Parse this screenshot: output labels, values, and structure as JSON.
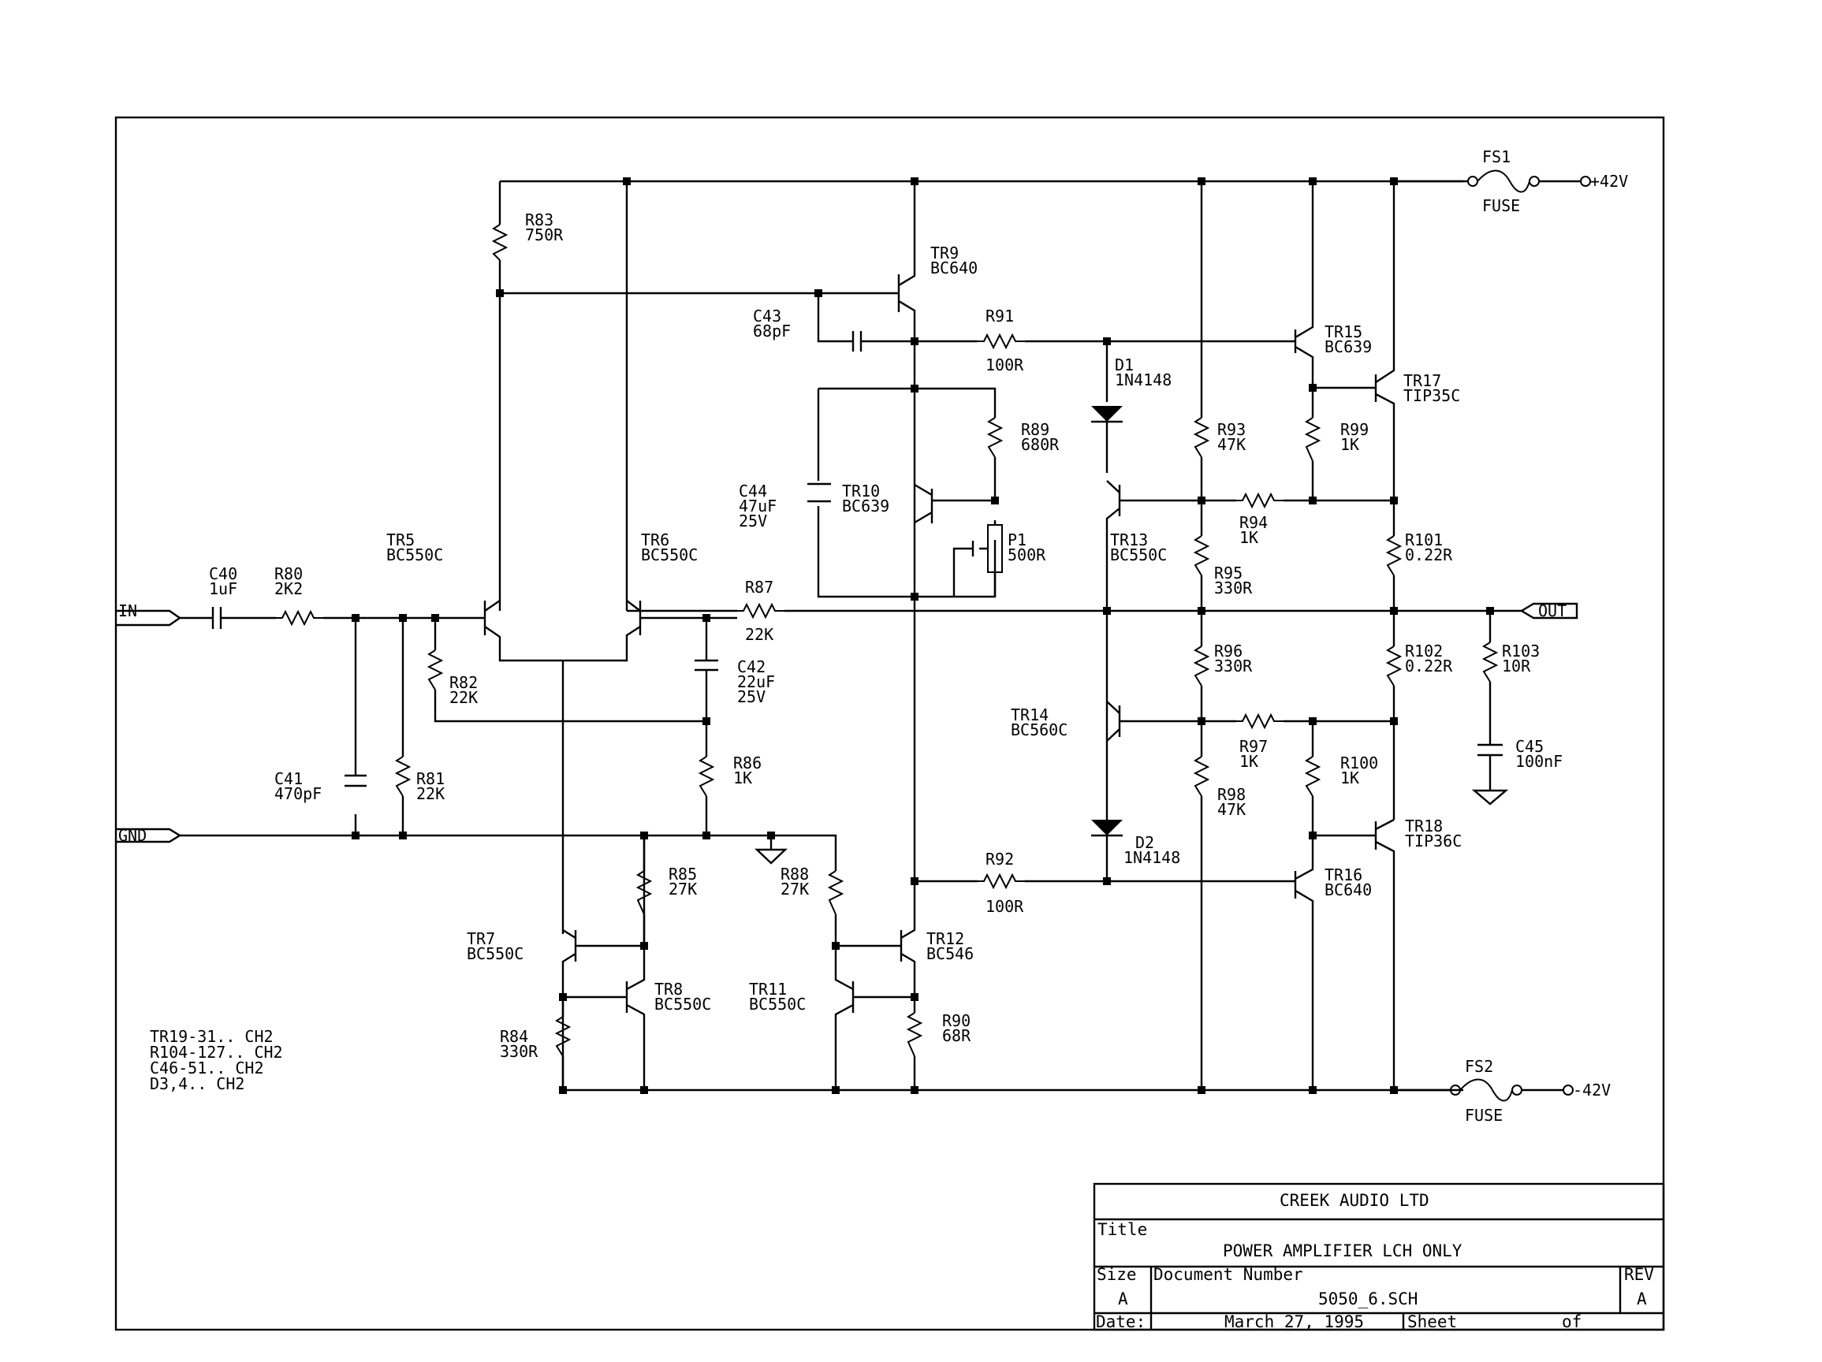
{
  "title_block": {
    "company": "CREEK AUDIO LTD",
    "title_label": "Title",
    "title": "POWER AMPLIFIER LCH ONLY",
    "size_label": "Size",
    "size": "A",
    "docnum_label": "Document Number",
    "docnum": "5050_6.SCH",
    "rev_label": "REV",
    "rev": "A",
    "date_label": "Date:",
    "date": "March 27, 1995",
    "sheet_label": "Sheet",
    "of_label": "of"
  },
  "ports": {
    "in": "IN",
    "gnd": "GND",
    "out": "OUT"
  },
  "rails": {
    "pos": "+42V",
    "neg": "-42V"
  },
  "notes": [
    "TR19-31.. CH2",
    "R104-127.. CH2",
    "C46-51.. CH2",
    "D3,4.. CH2"
  ],
  "components": {
    "C40": [
      "C40",
      "1uF"
    ],
    "R80": [
      "R80",
      "2K2"
    ],
    "R83": [
      "R83",
      "750R"
    ],
    "TR9": [
      "TR9",
      "BC640"
    ],
    "C43": [
      "C43",
      "68pF"
    ],
    "R91": [
      "R91",
      "100R"
    ],
    "D1": [
      "D1",
      "1N4148"
    ],
    "TR15": [
      "TR15",
      "BC639"
    ],
    "TR17": [
      "TR17",
      "TIP35C"
    ],
    "R89": [
      "R89",
      "680R"
    ],
    "R93": [
      "R93",
      "47K"
    ],
    "R99": [
      "R99",
      "1K"
    ],
    "C44": [
      "C44",
      "47uF",
      "25V"
    ],
    "TR10": [
      "TR10",
      "BC639"
    ],
    "R94": [
      "R94",
      "1K"
    ],
    "TR5": [
      "TR5",
      "BC550C"
    ],
    "TR6": [
      "TR6",
      "BC550C"
    ],
    "P1": [
      "P1",
      "500R"
    ],
    "TR13": [
      "TR13",
      "BC550C"
    ],
    "R101": [
      "R101",
      "0.22R"
    ],
    "R95": [
      "R95",
      "330R"
    ],
    "R87": [
      "R87",
      "22K"
    ],
    "R82": [
      "R82",
      "22K"
    ],
    "C42": [
      "C42",
      "22uF",
      "25V"
    ],
    "R96": [
      "R96",
      "330R"
    ],
    "R102": [
      "R102",
      "0.22R"
    ],
    "R103": [
      "R103",
      "10R"
    ],
    "TR14": [
      "TR14",
      "BC560C"
    ],
    "R97": [
      "R97",
      "1K"
    ],
    "C45": [
      "C45",
      "100nF"
    ],
    "C41": [
      "C41",
      "470pF"
    ],
    "R81": [
      "R81",
      "22K"
    ],
    "R86": [
      "R86",
      "1K"
    ],
    "R100": [
      "R100",
      "1K"
    ],
    "R98": [
      "R98",
      "47K"
    ],
    "TR18": [
      "TR18",
      "TIP36C"
    ],
    "D2": [
      "D2",
      "1N4148"
    ],
    "R85": [
      "R85",
      "27K"
    ],
    "R88": [
      "R88",
      "27K"
    ],
    "R92": [
      "R92",
      "100R"
    ],
    "TR16": [
      "TR16",
      "BC640"
    ],
    "TR7": [
      "TR7",
      "BC550C"
    ],
    "TR12": [
      "TR12",
      "BC546"
    ],
    "TR8": [
      "TR8",
      "BC550C"
    ],
    "TR11": [
      "TR11",
      "BC550C"
    ],
    "R84": [
      "R84",
      "330R"
    ],
    "R90": [
      "R90",
      "68R"
    ],
    "FS1": [
      "FS1",
      "FUSE"
    ],
    "FS2": [
      "FS2",
      "FUSE"
    ]
  }
}
